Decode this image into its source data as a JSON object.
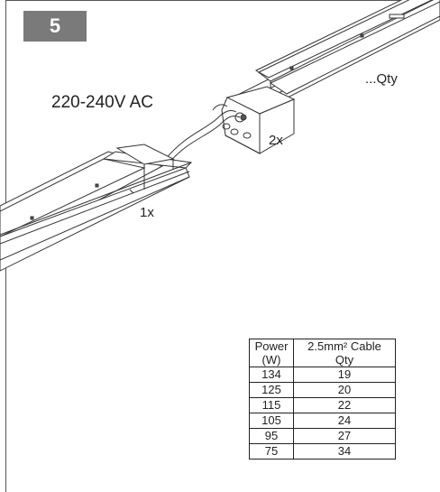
{
  "step": {
    "number": "5"
  },
  "labels": {
    "voltage": "220-240V AC",
    "qty_top": "...Qty",
    "count_middle": "2x",
    "count_left": "1x"
  },
  "table": {
    "headers": [
      [
        "Power",
        "(W)"
      ],
      [
        "2.5mm² Cable",
        "Qty"
      ]
    ],
    "rows": [
      [
        "134",
        "19"
      ],
      [
        "125",
        "20"
      ],
      [
        "115",
        "22"
      ],
      [
        "105",
        "24"
      ],
      [
        "95",
        "27"
      ],
      [
        "75",
        "34"
      ]
    ]
  }
}
